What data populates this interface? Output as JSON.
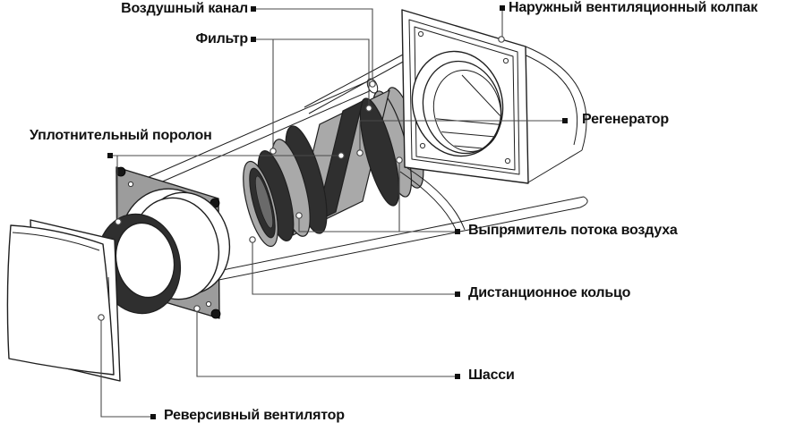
{
  "diagram": {
    "labels": {
      "air_duct": "Воздушный канал",
      "filter": "Фильтр",
      "outer_hood": "Наружный вентиляционный колпак",
      "sealing_foam": "Уплотнительный поролон",
      "regenerator": "Регенератор",
      "flow_straightener": "Выпрямитель потока воздуха",
      "distance_ring": "Дистанционное кольцо",
      "chassis": "Шасси",
      "reversible_fan": "Реверсивный вентилятор"
    },
    "colors": {
      "background": "#ffffff",
      "outline": "#1f1f1f",
      "leader": "#4a4a4a",
      "plate_gray": "#9c9c9c",
      "part_gray": "#a9a9a9",
      "part_dark": "#2f2f2f",
      "label_color": "#111111"
    }
  }
}
